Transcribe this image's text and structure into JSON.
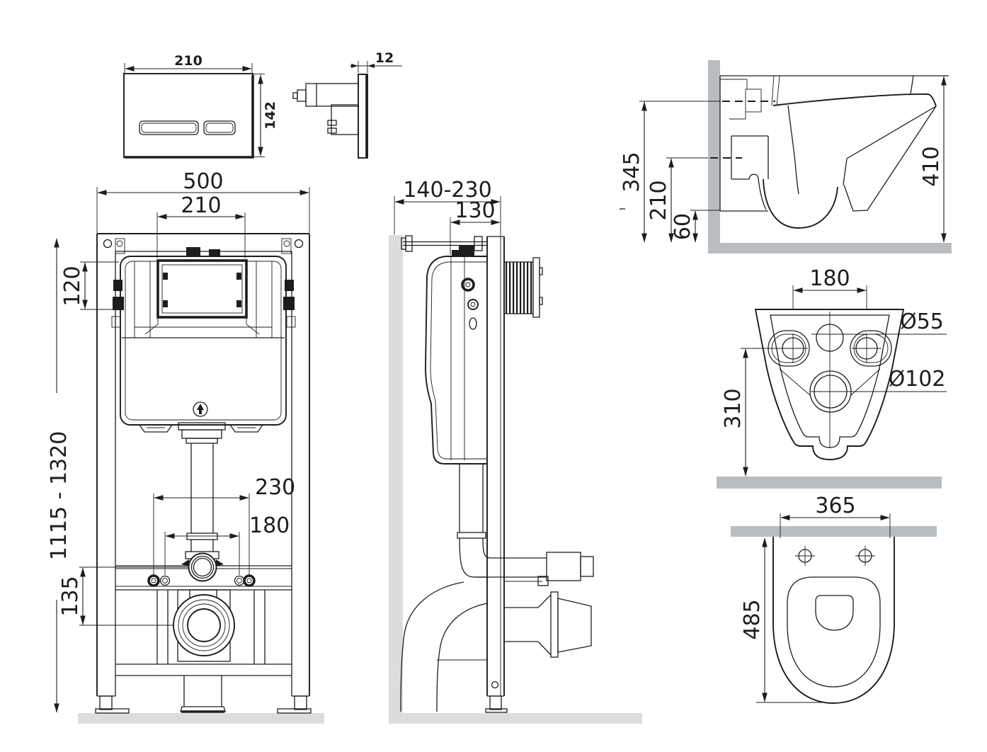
{
  "colors": {
    "line": "#1d1d1b",
    "frame_view_masonry": "#dcdcdc",
    "toilet_view_masonry": "#b9bdc0",
    "background": "#ffffff"
  },
  "views": {
    "flush_plate_front": {
      "width": "210",
      "height": "142"
    },
    "flush_plate_side": {
      "thickness": "12"
    },
    "frame_front": {
      "overall_width": "500",
      "opening_width": "210",
      "opening_height": "120",
      "height_range": "1115 - 1320",
      "spacing_outer": "230",
      "spacing_inner": "180",
      "drain_offset": "135"
    },
    "frame_side": {
      "depth_range": "140-230",
      "cistern_depth": "130"
    },
    "toilet_side": {
      "inlet_height": "345",
      "outlet_height": "210",
      "gap_height": "60",
      "length": "410"
    },
    "toilet_back": {
      "bolt_spacing": "180",
      "inlet_diameter": "Ø55",
      "outlet_diameter": "Ø102",
      "bolt_height": "310"
    },
    "toilet_top": {
      "width": "365",
      "depth": "485"
    }
  }
}
